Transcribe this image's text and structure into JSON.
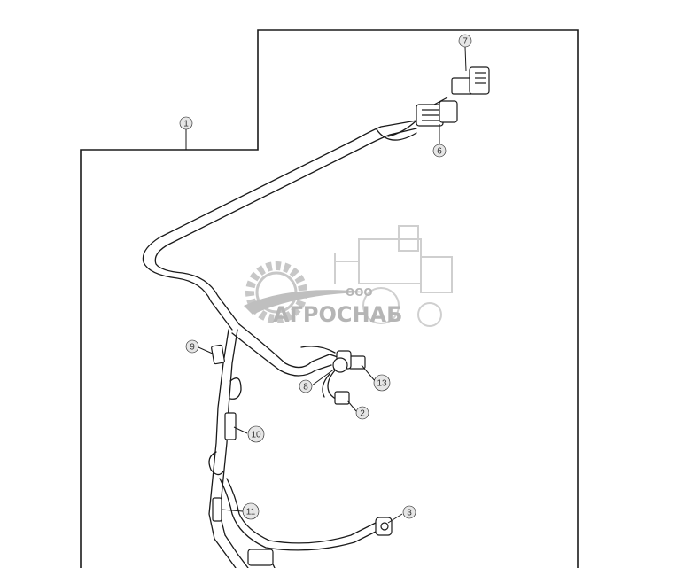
{
  "diagram": {
    "callouts": [
      {
        "id": "callout-1",
        "label": "1"
      },
      {
        "id": "callout-2",
        "label": "2"
      },
      {
        "id": "callout-3",
        "label": "3"
      },
      {
        "id": "callout-6",
        "label": "6"
      },
      {
        "id": "callout-7",
        "label": "7"
      },
      {
        "id": "callout-8",
        "label": "8"
      },
      {
        "id": "callout-9",
        "label": "9"
      },
      {
        "id": "callout-10",
        "label": "10"
      },
      {
        "id": "callout-11",
        "label": "11"
      },
      {
        "id": "callout-13",
        "label": "13"
      }
    ]
  },
  "watermark": {
    "company_form": "ООО",
    "company_name": "АГРОСНАБ"
  },
  "colors": {
    "line": "#1a1a1a",
    "callout_fill": "#e6e6e6",
    "watermark": "#b8b8b8"
  }
}
